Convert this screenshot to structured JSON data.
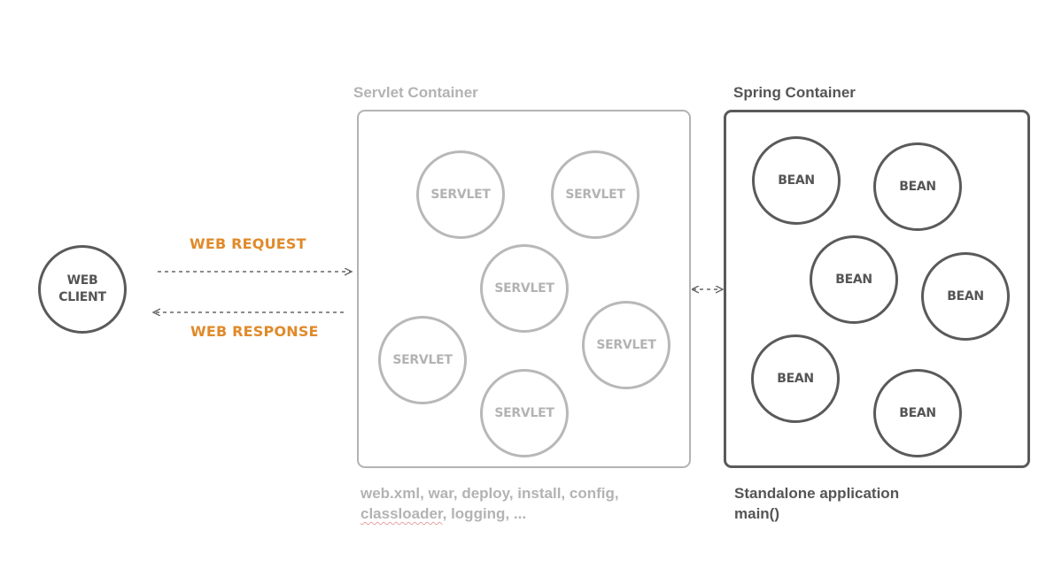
{
  "colors": {
    "servlet_gray": "#b3b3b3",
    "spring_dark": "#555555",
    "accent_orange": "#e08a2a",
    "client_dark": "#5a5a5a",
    "arrow_gray": "#666666"
  },
  "web_client": {
    "label_line1": "WEB",
    "label_line2": "CLIENT"
  },
  "arrows": {
    "request_label": "WEB REQUEST",
    "response_label": "WEB RESPONSE"
  },
  "servlet_container": {
    "title": "Servlet Container",
    "note_line1": "web.xml, war, deploy, install, config,",
    "note_line2_underlined": "classloader",
    "note_line2_rest": ", logging, ...",
    "servlets": [
      "SERVLET",
      "SERVLET",
      "SERVLET",
      "SERVLET",
      "SERVLET",
      "SERVLET"
    ]
  },
  "spring_container": {
    "title": "Spring Container",
    "note_line1": "Standalone application",
    "note_line2": "main()",
    "beans": [
      "BEAN",
      "BEAN",
      "BEAN",
      "BEAN",
      "BEAN",
      "BEAN"
    ]
  }
}
